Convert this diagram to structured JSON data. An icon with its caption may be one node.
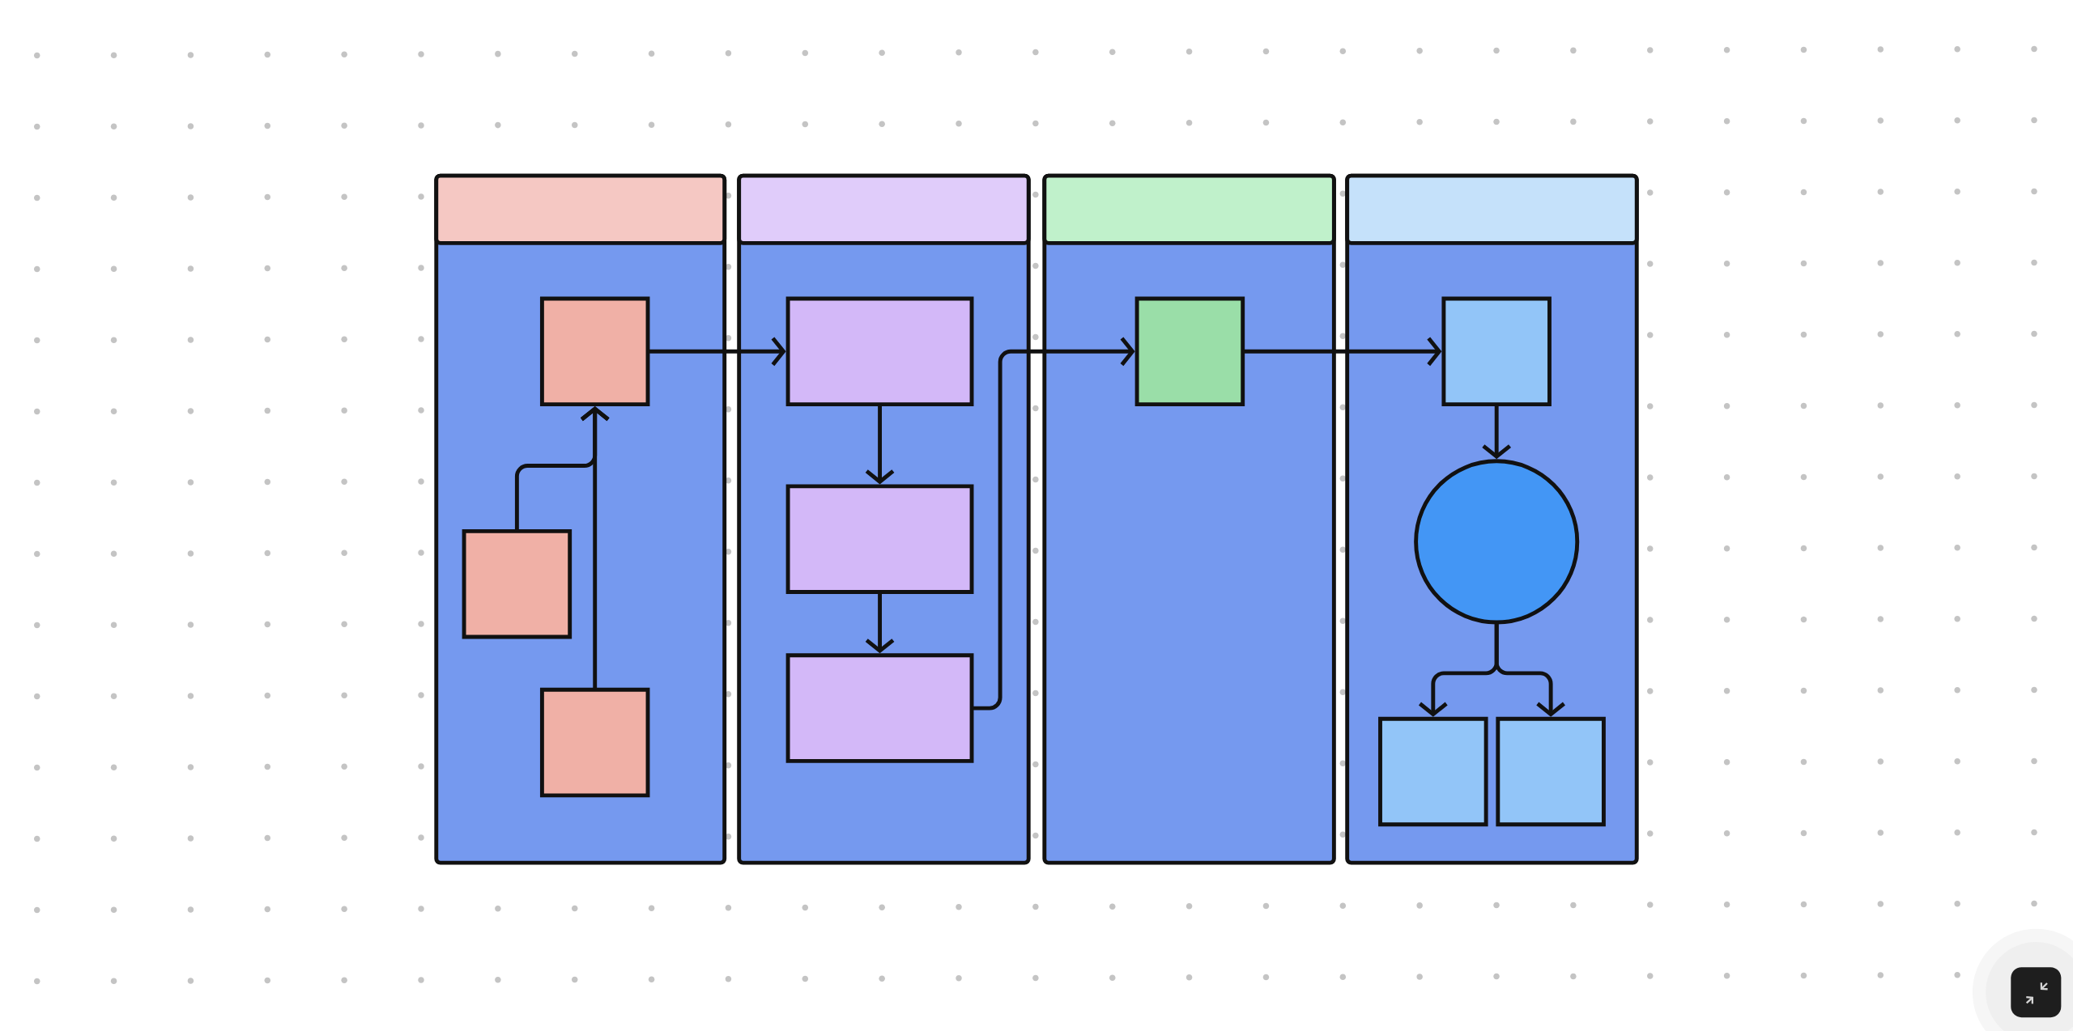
{
  "diagram": {
    "nodes": [
      {
        "text": [],
        "shape": "box"
      },
      {
        "text": [],
        "shape": "box",
        "in": 0
      },
      {
        "text": [],
        "shape": "box",
        "in": 0
      },
      {
        "text": [],
        "shape": "box",
        "in": 0
      },
      {
        "text": [],
        "shape": "box"
      },
      {
        "text": [],
        "shape": "box",
        "in": 4
      },
      {
        "text": [],
        "shape": "box",
        "in": 4
      },
      {
        "text": [],
        "shape": "box",
        "in": 4
      },
      {
        "text": [],
        "shape": "box"
      },
      {
        "text": [],
        "shape": "box",
        "in": 8
      },
      {
        "text": [],
        "shape": "box"
      },
      {
        "text": [],
        "shape": "box",
        "in": 10
      },
      {
        "text": [],
        "shape": "circle",
        "in": 10
      },
      {
        "text": [],
        "shape": "box",
        "in": 10
      },
      {
        "text": [],
        "shape": "box",
        "in": 10
      }
    ],
    "edges": [
      {
        "from": 2,
        "to": 1,
        "arrow": "to"
      },
      {
        "from": 3,
        "to": 1,
        "arrow": "to"
      },
      {
        "from": 1,
        "to": 5,
        "arrow": "to"
      },
      {
        "from": 5,
        "to": 6,
        "arrow": "to"
      },
      {
        "from": 6,
        "to": 7,
        "arrow": "to"
      },
      {
        "from": 7,
        "to": 9,
        "arrow": "to"
      },
      {
        "from": 9,
        "to": 11,
        "arrow": "to"
      },
      {
        "from": 11,
        "to": 12,
        "arrow": "to"
      },
      {
        "from": 12,
        "to": 13,
        "arrow": "to"
      },
      {
        "from": 12,
        "to": 14,
        "arrow": "to"
      }
    ]
  }
}
